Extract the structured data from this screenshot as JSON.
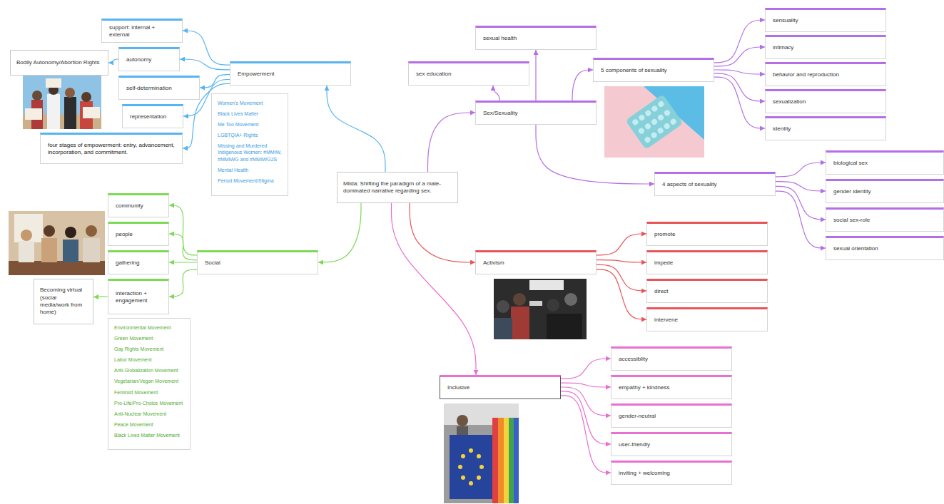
{
  "diagram": {
    "nodes": [
      {
        "text": [
          "Milda: Shifting the paradigm of a male-dominated narrative regarding sex."
        ]
      },
      {
        "text": [
          "Empowerment"
        ]
      },
      {
        "text": [
          "support: internal + external"
        ]
      },
      {
        "text": [
          "autonomy"
        ]
      },
      {
        "text": [
          "Bodily Autonomy/Abortion Rights"
        ]
      },
      {
        "text": [
          "self-determination"
        ]
      },
      {
        "text": [
          "representation"
        ]
      },
      {
        "text": [
          "four stages of empowerment: entry, advancement, incorporation, and commitment."
        ]
      },
      {
        "text": [
          "Women's Movement",
          "Black Lives Matter",
          "Me Too Movement",
          "LGBTQIA+ Rights",
          "Missing and Murdered Indigenous Women: #MMIW, #MMIWG and #MMIWG2S",
          "Mental Health",
          "Period Movement/Stigma"
        ]
      },
      {
        "text": [
          "Social"
        ]
      },
      {
        "text": [
          "community"
        ]
      },
      {
        "text": [
          "people"
        ]
      },
      {
        "text": [
          "gathering"
        ]
      },
      {
        "text": [
          "interaction + engagement"
        ]
      },
      {
        "text": [
          "Becoming virtual (social media/work from home)"
        ]
      },
      {
        "text": [
          "Environmental Movement",
          "Green Movement",
          "Gay Rights Movement",
          "Labor Movement",
          "Anti-Globalization Movement",
          "Vegetarian/Vegan Movement",
          "Feminist Movement",
          "Pro-Life/Pro-Choice Movement",
          "Anti-Nuclear Movement",
          "Peace Movement",
          "Black Lives Matter Movement"
        ]
      },
      {
        "text": [
          "Sex/Sexuality"
        ]
      },
      {
        "text": [
          "sexual health"
        ]
      },
      {
        "text": [
          "sex education"
        ]
      },
      {
        "text": [
          "5 components of sexuality"
        ]
      },
      {
        "text": [
          "sensuality"
        ]
      },
      {
        "text": [
          "intimacy"
        ]
      },
      {
        "text": [
          "behavior and reproduction"
        ]
      },
      {
        "text": [
          "sexualization"
        ]
      },
      {
        "text": [
          "identity"
        ]
      },
      {
        "text": [
          "4 aspects of sexuality"
        ]
      },
      {
        "text": [
          "biological sex"
        ]
      },
      {
        "text": [
          "gender identity"
        ]
      },
      {
        "text": [
          "social sex-role"
        ]
      },
      {
        "text": [
          "sexual orientation"
        ]
      },
      {
        "text": [
          "Activism"
        ]
      },
      {
        "text": [
          "promote"
        ]
      },
      {
        "text": [
          "impede"
        ]
      },
      {
        "text": [
          "direct"
        ]
      },
      {
        "text": [
          "intervene"
        ]
      },
      {
        "text": [
          "Inclusive"
        ]
      },
      {
        "text": [
          "accessiblity"
        ]
      },
      {
        "text": [
          "empathy + kindness"
        ]
      },
      {
        "text": [
          "gender-neutral"
        ]
      },
      {
        "text": [
          "user-friendly"
        ]
      },
      {
        "text": [
          "inviting + welcoming"
        ]
      }
    ],
    "edges": [
      {
        "from": 0,
        "to": 1,
        "arrow": "to"
      },
      {
        "from": 0,
        "to": 9,
        "arrow": "to"
      },
      {
        "from": 0,
        "to": 16,
        "arrow": "to"
      },
      {
        "from": 0,
        "to": 30,
        "arrow": "to"
      },
      {
        "from": 0,
        "to": 35,
        "arrow": "to"
      },
      {
        "from": 1,
        "to": 2,
        "arrow": "to"
      },
      {
        "from": 1,
        "to": 3,
        "arrow": "to"
      },
      {
        "from": 1,
        "to": 5,
        "arrow": "to"
      },
      {
        "from": 1,
        "to": 6,
        "arrow": "to"
      },
      {
        "from": 1,
        "to": 7,
        "arrow": "to"
      },
      {
        "from": 3,
        "to": 4,
        "arrow": "to"
      },
      {
        "from": 9,
        "to": 10,
        "arrow": "to"
      },
      {
        "from": 9,
        "to": 11,
        "arrow": "to"
      },
      {
        "from": 9,
        "to": 12,
        "arrow": "to"
      },
      {
        "from": 9,
        "to": 13,
        "arrow": "to"
      },
      {
        "from": 13,
        "to": 14,
        "arrow": "to"
      },
      {
        "from": 16,
        "to": 17,
        "arrow": "to"
      },
      {
        "from": 16,
        "to": 18,
        "arrow": "to"
      },
      {
        "from": 16,
        "to": 19,
        "arrow": "to"
      },
      {
        "from": 19,
        "to": 20,
        "arrow": "to"
      },
      {
        "from": 19,
        "to": 21,
        "arrow": "to"
      },
      {
        "from": 19,
        "to": 22,
        "arrow": "to"
      },
      {
        "from": 19,
        "to": 23,
        "arrow": "to"
      },
      {
        "from": 19,
        "to": 24,
        "arrow": "to"
      },
      {
        "from": 16,
        "to": 25,
        "arrow": "to"
      },
      {
        "from": 25,
        "to": 26,
        "arrow": "to"
      },
      {
        "from": 25,
        "to": 27,
        "arrow": "to"
      },
      {
        "from": 25,
        "to": 28,
        "arrow": "to"
      },
      {
        "from": 25,
        "to": 29,
        "arrow": "to"
      },
      {
        "from": 30,
        "to": 31,
        "arrow": "to"
      },
      {
        "from": 30,
        "to": 32,
        "arrow": "to"
      },
      {
        "from": 30,
        "to": 33,
        "arrow": "to"
      },
      {
        "from": 30,
        "to": 34,
        "arrow": "to"
      },
      {
        "from": 35,
        "to": 36,
        "arrow": "to"
      },
      {
        "from": 35,
        "to": 37,
        "arrow": "to"
      },
      {
        "from": 35,
        "to": 38,
        "arrow": "to"
      },
      {
        "from": 35,
        "to": 39,
        "arrow": "to"
      },
      {
        "from": 35,
        "to": 40,
        "arrow": "to"
      }
    ]
  }
}
